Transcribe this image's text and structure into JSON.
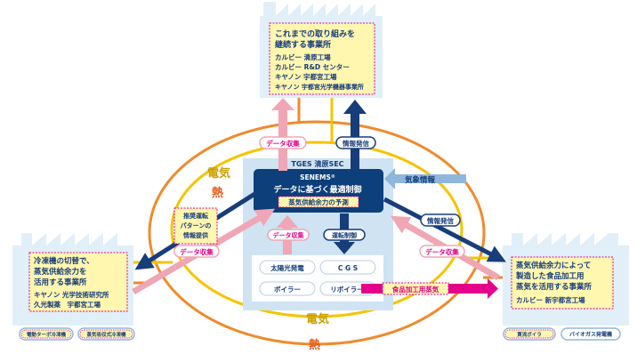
{
  "colors": {
    "heat_ring": "#f08a2c",
    "power_ring": "#f5c400",
    "hub_fill": "#cfe3f2",
    "control_box": "#0d3f7a",
    "navy_arrow": "#173d7a",
    "pink_arrow": "#f0a6b4",
    "light_blue_arrow": "#8fb7dc",
    "magenta": "#e4008a",
    "factory_fill": "#e1eff9",
    "yellow_box": "#fff6b0",
    "dashed_border": "#e4008a"
  },
  "top_site": {
    "title_line1": "これまでの取り組みを",
    "title_line2": "継続する事業所",
    "members": [
      "カルビー 清原工場",
      "カルビー R&D センター",
      "キヤノン 宇都宮工場",
      "キヤノン 宇都宮光学機器事業所"
    ]
  },
  "left_site": {
    "title_line1": "冷凍機の切替で、",
    "title_line2": "蒸気供給余力を",
    "title_line3": "活用する事業所",
    "members": [
      "キヤノン 光学技術研究所",
      "久光製薬　宇都宮工場"
    ],
    "equipment": [
      "電動ターボ冷凍機",
      "蒸気吸収式冷凍機"
    ]
  },
  "right_site": {
    "title_line1": "蒸気供給余力によって",
    "title_line2": "製造した食品加工用",
    "title_line3": "蒸気を活用する事業所",
    "members": [
      "カルビー 新宇都宮工場"
    ],
    "equipment": [
      "貫流ボイラ",
      "バイオガス発電機"
    ]
  },
  "hub": {
    "title": "TGES 清原SEC",
    "senems": "SENEMS",
    "control": "データに基づく最適制御",
    "forecast": "蒸気供給余力の予測",
    "equipment": [
      "太陽光発電",
      "C G S",
      "ボイラー",
      "リボイラー"
    ],
    "steam_label": "食品加工用蒸気"
  },
  "flows": {
    "data_collection": "データ収集",
    "info_sending": "情報発信",
    "operation_control": "運転制御",
    "weather_info": "気象情報",
    "recommend_line1": "推奨運転",
    "recommend_line2": "パターンの",
    "recommend_line3": "情報提供"
  },
  "rings": {
    "power_inner": "電気",
    "heat_inner": "熱",
    "power_outer": "電気",
    "heat_outer": "熱"
  }
}
